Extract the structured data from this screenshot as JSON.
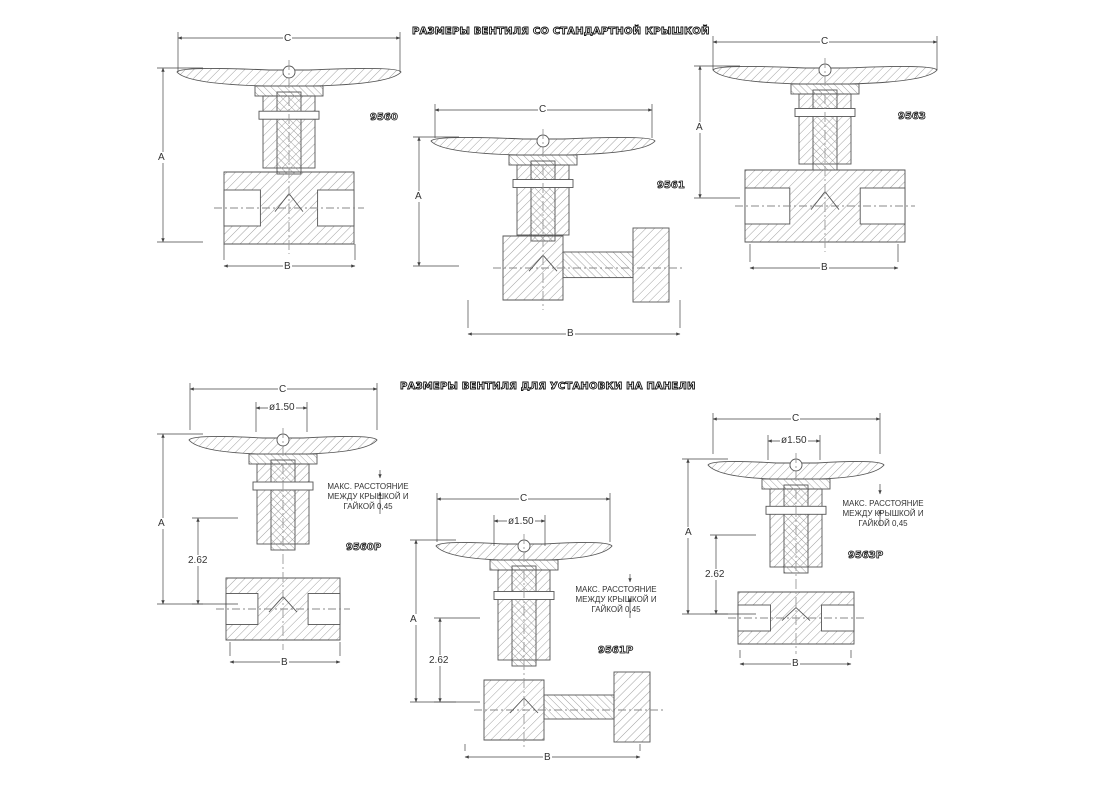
{
  "section_titles": {
    "standard_bonnet": "РАЗМЕРЫ ВЕНТИЛЯ СО СТАНДАРТНОЙ КРЫШКОЙ",
    "panel_mount": "РАЗМЕРЫ ВЕНТИЛЯ ДЛЯ УСТАНОВКИ НА ПАНЕЛИ"
  },
  "dimension_letters": {
    "a": "A",
    "b": "B",
    "c": "C"
  },
  "models": {
    "top_left": "9560",
    "top_center": "9561",
    "top_right": "9563",
    "bottom_left": "9560P",
    "bottom_center": "9561P",
    "bottom_right": "9563P"
  },
  "panel_dims": {
    "stem_diameter": "ø1.50",
    "height": "2.62",
    "note": "МАКС. РАССТОЯНИЕ\nМЕЖДУ КРЫШКОЙ И\nГАЙКОЙ 0,45"
  },
  "colors": {
    "line": "#555555",
    "hatch": "#888888",
    "dim_line": "#444444"
  }
}
